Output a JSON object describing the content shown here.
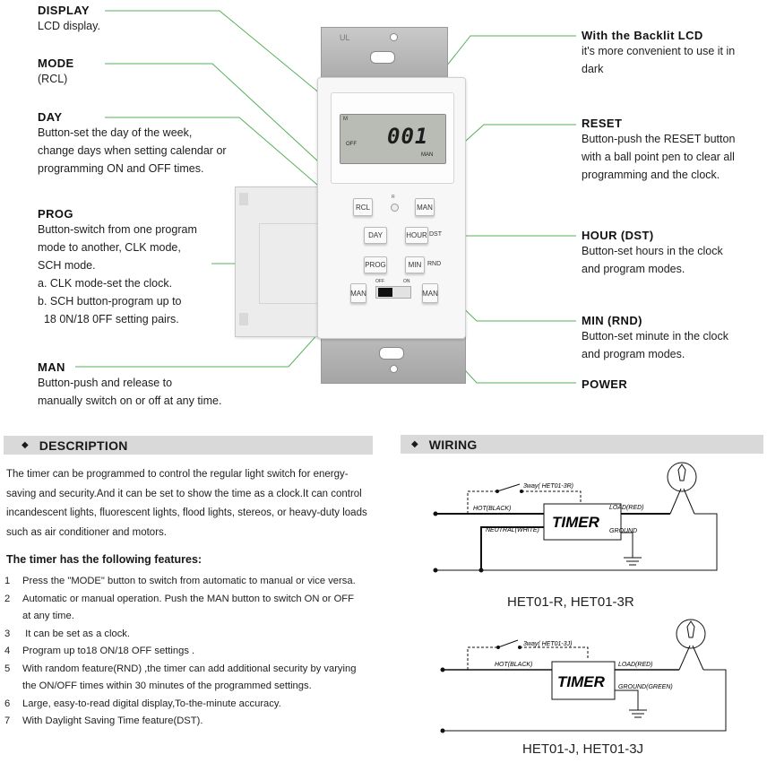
{
  "callouts": {
    "display": {
      "title": "DISPLAY",
      "lines": [
        "LCD display."
      ]
    },
    "mode": {
      "title": "MODE",
      "lines": [
        "(RCL)"
      ]
    },
    "day": {
      "title": "DAY",
      "lines": [
        "Button-set the day of the week,",
        "change days when setting calendar or",
        "programming ON and OFF times."
      ]
    },
    "prog": {
      "title": "PROG",
      "lines": [
        "Button-switch from one program",
        "mode to another, CLK mode,",
        "SCH mode.",
        "a. CLK mode-set the clock.",
        "b. SCH button-program up to",
        "  18 0N/18 0FF setting pairs."
      ]
    },
    "man": {
      "title": "MAN",
      "lines": [
        "Button-push and release to",
        "manually switch on or off at any time."
      ]
    },
    "backlit": {
      "title": "With the Backlit LCD",
      "lines": [
        "it's more convenient to use it in",
        "dark"
      ]
    },
    "reset": {
      "title": "RESET",
      "lines": [
        "Button-push the RESET button",
        "with a ball point pen to clear all",
        "programming and the clock."
      ]
    },
    "hour": {
      "title": "HOUR (DST)",
      "lines": [
        "Button-set hours in the clock",
        "and program modes."
      ]
    },
    "min": {
      "title": "MIN (RND)",
      "lines": [
        "Button-set minute in the clock",
        "and program modes."
      ]
    },
    "power": {
      "title": "POWER"
    }
  },
  "device": {
    "lcd": {
      "mode": "M",
      "off": "OFF",
      "digits": "001",
      "suffix": "MAN"
    },
    "buttons": {
      "rcl": "RCL",
      "man_top": "MAN",
      "day": "DAY",
      "hour": "HOUR",
      "dst": "DST",
      "prog": "PROG",
      "min": "MIN",
      "rnd": "RND",
      "man_left": "MAN",
      "man_right": "MAN",
      "off": "OFF",
      "on": "ON"
    },
    "reset_label": "R"
  },
  "description": {
    "header": "DESCRIPTION",
    "lines": [
      "The timer can be programmed to control the regular light switch for energy-",
      "saving and security.And it can be set to show the time as a clock.It can control",
      "incandescent lights, fluorescent lights, flood lights, stereos, or heavy-duty loads",
      "such as air conditioner and motors."
    ],
    "features_title": "The timer has the following features:",
    "features": [
      {
        "n": "1",
        "lines": [
          "Press the \"MODE\" button to switch from automatic to manual or vice versa."
        ]
      },
      {
        "n": "2",
        "lines": [
          "Automatic or manual operation. Push the MAN button  to switch ON or OFF",
          "at any time."
        ]
      },
      {
        "n": "3",
        "lines": [
          " It can be set as a clock."
        ]
      },
      {
        "n": "4",
        "lines": [
          "Program up to18 ON/18 OFF settings ."
        ]
      },
      {
        "n": "5",
        "lines": [
          "With random feature(RND) ,the timer can add additional security by varying",
          "the ON/OFF times within 30 minutes of the programmed settings."
        ]
      },
      {
        "n": "6",
        "lines": [
          "Large, easy-to-read digital display,To-the-minute accuracy."
        ]
      },
      {
        "n": "7",
        "lines": [
          "With Daylight Saving Time feature(DST)."
        ]
      }
    ]
  },
  "wiring": {
    "header": "WIRING",
    "diagram1": {
      "threeway": "3way( HET01-3R)",
      "hot": "HOT(BLACK)",
      "load": "LOAD(RED)",
      "timer": "TIMER",
      "neutral": "NEUTRAL(WHITE)",
      "ground": "GROUND",
      "caption": "HET01-R, HET01-3R"
    },
    "diagram2": {
      "threeway": "3way( HET01-3J)",
      "hot": "HOT(BLACK)",
      "load": "LOAD(RED)",
      "timer": "TIMER",
      "ground": "GROUND(GREEN)",
      "caption": "HET01-J, HET01-3J"
    }
  }
}
